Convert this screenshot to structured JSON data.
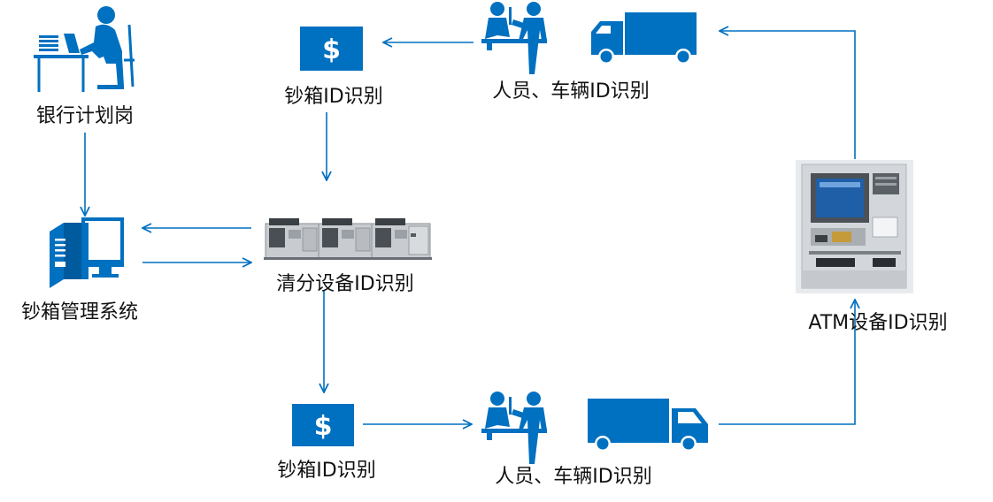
{
  "colors": {
    "accent": "#0070C0",
    "text": "#111111"
  },
  "nodes": {
    "bank_planning": {
      "label": "银行计划岗",
      "icon": "person-at-desk-icon"
    },
    "cashbox_system": {
      "label": "钞箱管理系统",
      "icon": "computer-icon"
    },
    "top_cashbox": {
      "label": "钞箱ID识别",
      "icon": "dollar-icon"
    },
    "top_personnel": {
      "label": "人员、车辆ID识别",
      "icon": "people-icon"
    },
    "top_truck": {
      "icon": "truck-icon"
    },
    "sorting": {
      "label": "清分设备ID识别",
      "icon": "sorting-machine-icon"
    },
    "bottom_cashbox": {
      "label": "钞箱ID识别",
      "icon": "dollar-icon"
    },
    "bottom_personnel": {
      "label": "人员、车辆ID识别",
      "icon": "people-icon"
    },
    "bottom_truck": {
      "icon": "truck-icon"
    },
    "atm": {
      "label": "ATM设备ID识别",
      "icon": "atm-icon"
    }
  },
  "edges": [
    {
      "from": "bank_planning",
      "to": "cashbox_system"
    },
    {
      "from": "sorting",
      "to": "cashbox_system"
    },
    {
      "from": "cashbox_system",
      "to": "sorting"
    },
    {
      "from": "top_personnel",
      "to": "top_cashbox"
    },
    {
      "from": "top_cashbox",
      "to": "sorting"
    },
    {
      "from": "sorting",
      "to": "bottom_cashbox"
    },
    {
      "from": "bottom_cashbox",
      "to": "bottom_personnel"
    },
    {
      "from": "bottom_truck",
      "to": "atm"
    },
    {
      "from": "atm",
      "to": "top_truck"
    }
  ]
}
